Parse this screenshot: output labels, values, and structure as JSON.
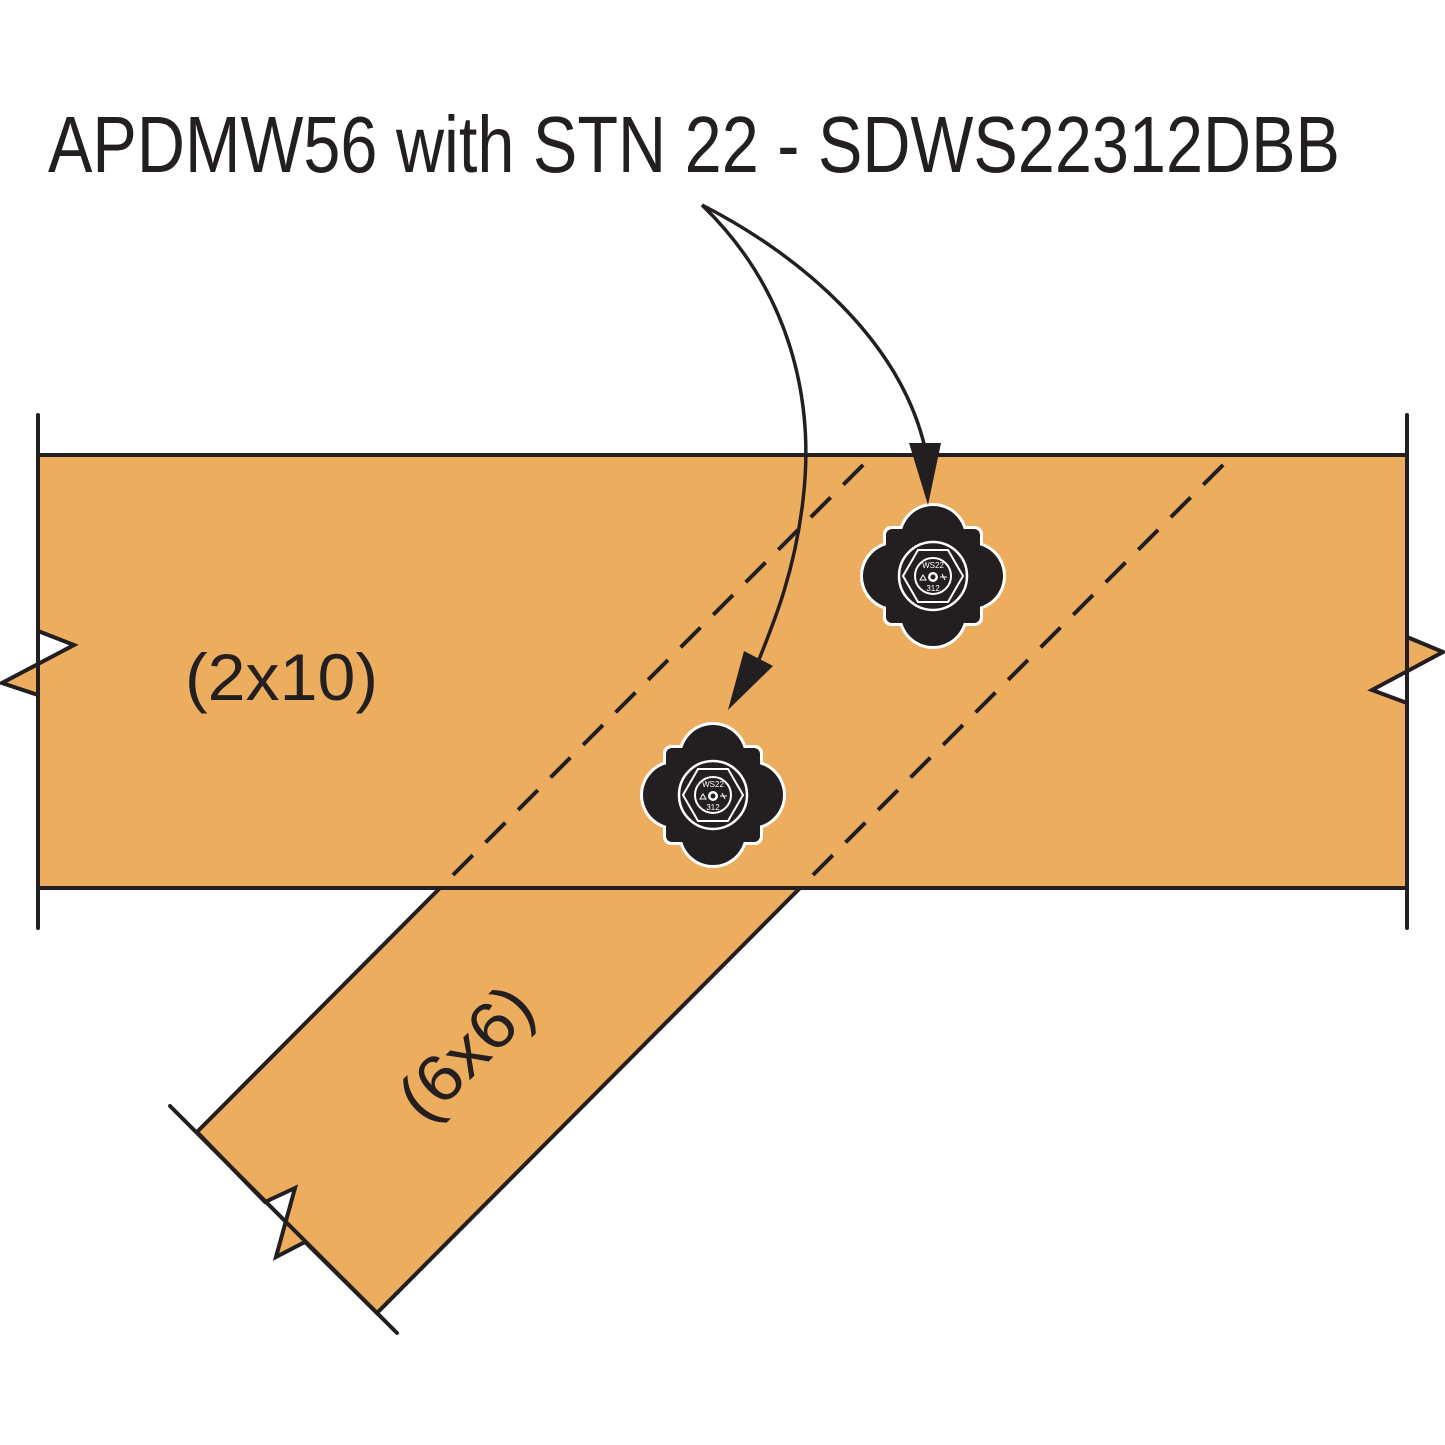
{
  "title": "APDMW56 with STN 22 - SDWS22312DBB",
  "labels": {
    "beam": "(2x10)",
    "post": "(6x6)"
  },
  "fastener": {
    "head_marking_top": "WS22",
    "head_marking_bottom": "312"
  },
  "colors": {
    "wood": "#edad5e",
    "line": "#231f20",
    "fastener": "#231f20",
    "background": "#ffffff"
  }
}
